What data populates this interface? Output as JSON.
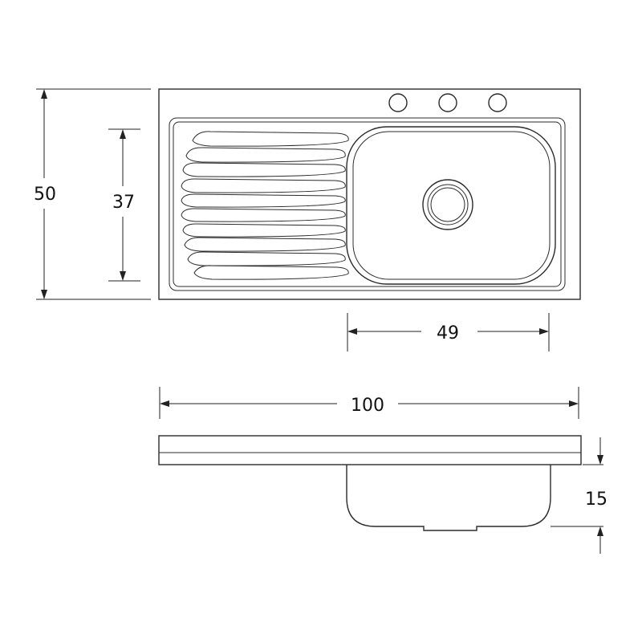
{
  "dimensions": {
    "height": "50",
    "basin_height": "37",
    "basin_width": "49",
    "total_width": "100",
    "depth": "15"
  }
}
